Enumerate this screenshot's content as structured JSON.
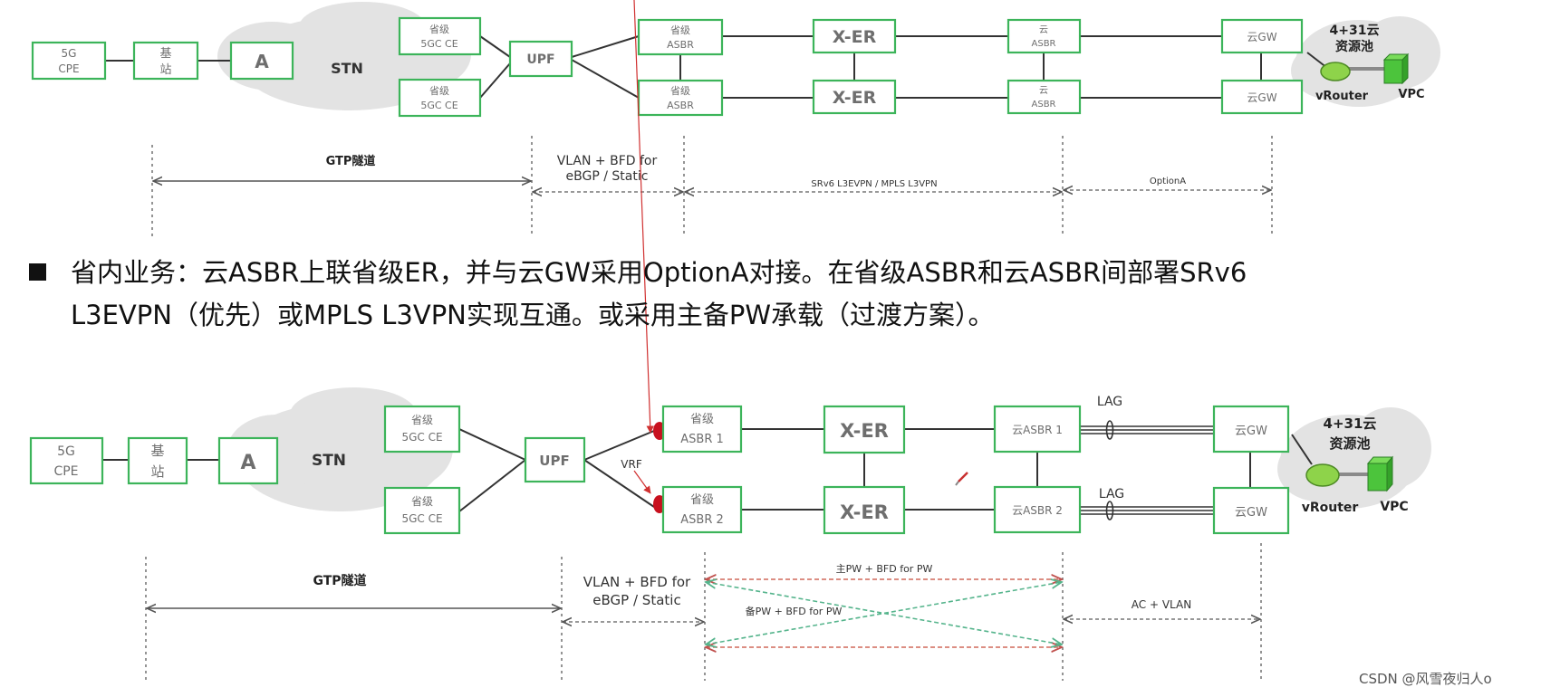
{
  "diagram_top": {
    "nodes": {
      "cpe": [
        "5G",
        "CPE"
      ],
      "base_station": [
        "基",
        "站"
      ],
      "a": "A",
      "ce_top": [
        "省级",
        "5GC CE"
      ],
      "ce_bottom": [
        "省级",
        "5GC CE"
      ],
      "upf": "UPF",
      "asbr_top": [
        "省级",
        "ASBR"
      ],
      "asbr_bottom": [
        "省级",
        "ASBR"
      ],
      "xer_top": "X-ER",
      "xer_bottom": "X-ER",
      "cloud_asbr_top": [
        "云",
        "ASBR"
      ],
      "cloud_asbr_bottom": [
        "云",
        "ASBR"
      ],
      "cloudgw_top": "云GW",
      "cloudgw_bottom": "云GW"
    },
    "stn": "STN",
    "pool": [
      "4+31云",
      "资源池"
    ],
    "vrouter": "vRouter",
    "vpc": "VPC",
    "segments": {
      "gtp": "GTP隧道",
      "vlan": [
        "VLAN + BFD for",
        "eBGP / Static"
      ],
      "srv6": "SRv6 L3EVPN / MPLS L3VPN",
      "optiona": "OptionA"
    }
  },
  "description": {
    "line1": "省内业务：云ASBR上联省级ER，并与云GW采用OptionA对接。在省级ASBR和云ASBR间部署SRv6",
    "line2": "L3EVPN（优先）或MPLS L3VPN实现互通。或采用主备PW承载（过渡方案）。"
  },
  "diagram_bottom": {
    "nodes": {
      "cpe": [
        "5G",
        "CPE"
      ],
      "base_station": [
        "基",
        "站"
      ],
      "a": "A",
      "ce_top": [
        "省级",
        "5GC CE"
      ],
      "ce_bottom": [
        "省级",
        "5GC CE"
      ],
      "upf": "UPF",
      "asbr1": [
        "省级",
        "ASBR 1"
      ],
      "asbr2": [
        "省级",
        "ASBR 2"
      ],
      "xer_top": "X-ER",
      "xer_bottom": "X-ER",
      "cloud_asbr1": "云ASBR 1",
      "cloud_asbr2": "云ASBR 2",
      "cloudgw_top": "云GW",
      "cloudgw_bottom": "云GW"
    },
    "stn": "STN",
    "vrf": "VRF",
    "lag_top": "LAG",
    "lag_bottom": "LAG",
    "pool": [
      "4+31云",
      "资源池"
    ],
    "vrouter": "vRouter",
    "vpc": "VPC",
    "segments": {
      "gtp": "GTP隧道",
      "vlan": [
        "VLAN + BFD for",
        "eBGP / Static"
      ],
      "main_pw": "主PW + BFD for PW",
      "backup_pw": "备PW + BFD for PW",
      "ac_vlan": "AC + VLAN"
    }
  },
  "watermark": "CSDN @风雪夜归人o",
  "colors": {
    "node_border": "#3cb45a",
    "node_text": "#6e6e6e",
    "main_pw": "#d0695a",
    "backup_pw": "#55b48c",
    "vrf_dot": "#c8101e",
    "vrouter": "#8ed34a",
    "vpc": "#4cc43c"
  }
}
